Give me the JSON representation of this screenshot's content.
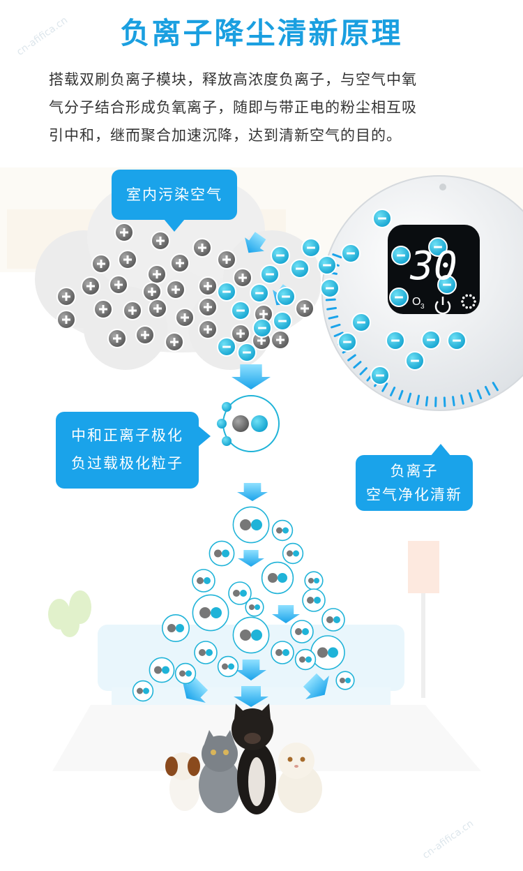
{
  "header": {
    "title": "负离子降尘清新原理",
    "description": [
      "搭载双刷负离子模块，释放高浓度负离子，与空气中氧",
      "气分子结合形成负氧离子，随即与带正电的粉尘相互吸",
      "引中和，继而聚合加速沉降，达到清新空气的目的。"
    ]
  },
  "callouts": {
    "polluted_air": "室内污染空气",
    "neutralize_line1": "中和正离子极化",
    "neutralize_line2": "负过载极化粒子",
    "purify_line1": "负离子",
    "purify_line2": "空气净化清新"
  },
  "device": {
    "display_value": "30",
    "ozone_label": "O",
    "ozone_subscript": "3"
  },
  "watermark": "cn-afifica.cn",
  "colors": {
    "brand_blue": "#1aa3ea",
    "title_blue": "#1a9fe0",
    "negative_ion": "#1fb3d8",
    "positive_particle": "#6f6f6f"
  },
  "icons": [
    "plus-particle-icon",
    "minus-ion-icon",
    "power-icon",
    "dots-ring-icon",
    "down-arrow-icon"
  ]
}
